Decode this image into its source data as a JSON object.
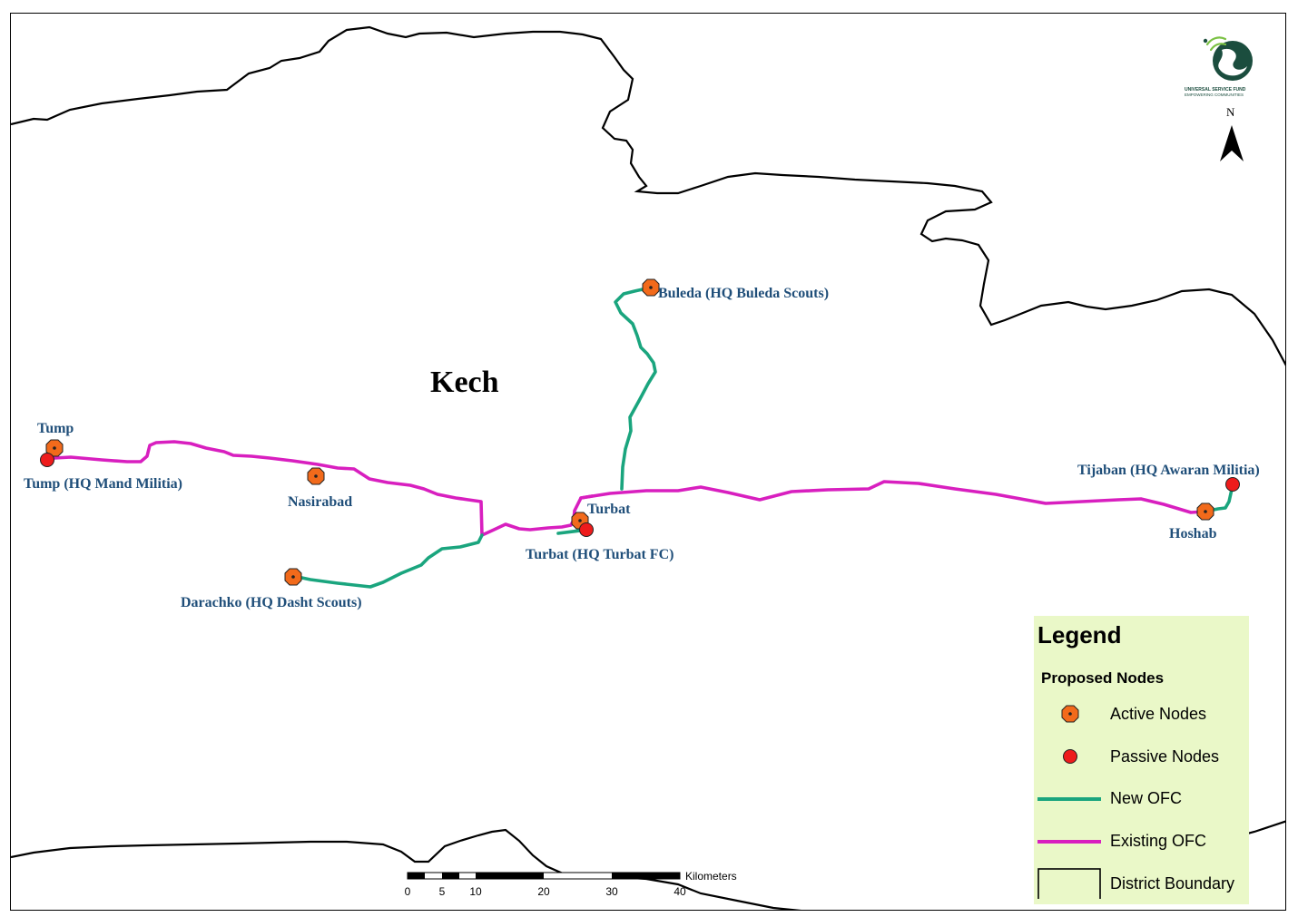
{
  "map": {
    "region_label": "Kech",
    "north_label": "N",
    "logo": {
      "name": "UNIVERSAL SERVICE FUND",
      "tagline": "EMPOWERING COMMUNITIES"
    },
    "place_labels": {
      "tump": "Tump",
      "tump_hq": "Tump (HQ Mand Militia)",
      "nasirabad": "Nasirabad",
      "darachko": "Darachko (HQ Dasht Scouts)",
      "turbat": "Turbat",
      "turbat_hq": "Turbat (HQ Turbat FC)",
      "buleda": "Buleda (HQ Buleda Scouts)",
      "tijaban": "Tijaban (HQ Awaran Militia)",
      "hoshab": "Hoshab"
    }
  },
  "scale_bar": {
    "unit": "Kilometers",
    "ticks": [
      "0",
      "5",
      "10",
      "20",
      "30",
      "40"
    ]
  },
  "legend": {
    "title": "Legend",
    "subtitle": "Proposed Nodes",
    "items": [
      {
        "label": "Active Nodes",
        "symbol": "active-node"
      },
      {
        "label": "Passive Nodes",
        "symbol": "passive-node"
      },
      {
        "label": "New OFC",
        "symbol": "new-ofc"
      },
      {
        "label": "Existing OFC",
        "symbol": "existing-ofc"
      },
      {
        "label": "District Boundary",
        "symbol": "district-boundary"
      }
    ]
  },
  "colors": {
    "new_ofc": "#1aa57e",
    "existing_ofc": "#d81fbf",
    "active_node": "#f26a1b",
    "passive_node": "#ee1c1c",
    "label_text": "#1f4e79",
    "legend_bg": "#eaf8c8",
    "logo_green": "#1b4d3e"
  }
}
